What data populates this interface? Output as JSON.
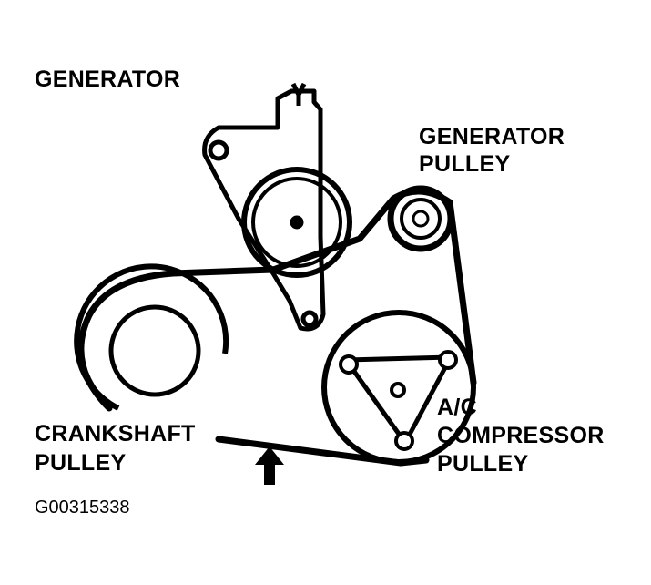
{
  "labels": {
    "generator": "GENERATOR",
    "generator_pulley_line1": "GENERATOR",
    "generator_pulley_line2": "PULLEY",
    "crankshaft_line1": "CRANKSHAFT",
    "crankshaft_line2": "PULLEY",
    "ac_line1": "A/C",
    "ac_line2": "COMPRESSOR",
    "ac_line3": "PULLEY"
  },
  "figure_id": "G00315338",
  "colors": {
    "ink": "#000000",
    "paper": "#ffffff"
  }
}
